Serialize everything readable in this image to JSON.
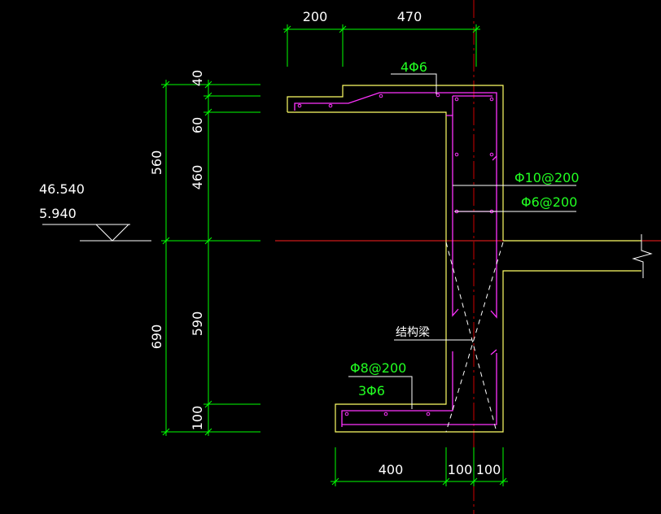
{
  "colors": {
    "dimension": "#00ff00",
    "concrete": "#ffff66",
    "rebar": "#ff33ff",
    "axis": "#ff2020",
    "centerline": "#cc0000",
    "leader": "#ffffff",
    "text_white": "#ffffff",
    "text_green": "#22ff22"
  },
  "top_dims": {
    "d1": "200",
    "d2": "470"
  },
  "left_dims": {
    "overall_upper": "560",
    "overall_lower": "690",
    "s1": "40",
    "s2": "60",
    "s3": "460",
    "s4": "590",
    "s5": "100"
  },
  "bottom_dims": {
    "d1": "400",
    "d2": "100",
    "d3": "100"
  },
  "elevation": {
    "value1": "46.540",
    "value2": "5.940"
  },
  "rebar_labels": {
    "top_bars": "4Φ6",
    "vertical_bars": "Φ10@200",
    "distribution_bars": "Φ6@200",
    "bottom_bars": "Φ8@200",
    "bottom_long_bars": "3Φ6"
  },
  "labels": {
    "structural_beam": "结构梁"
  }
}
